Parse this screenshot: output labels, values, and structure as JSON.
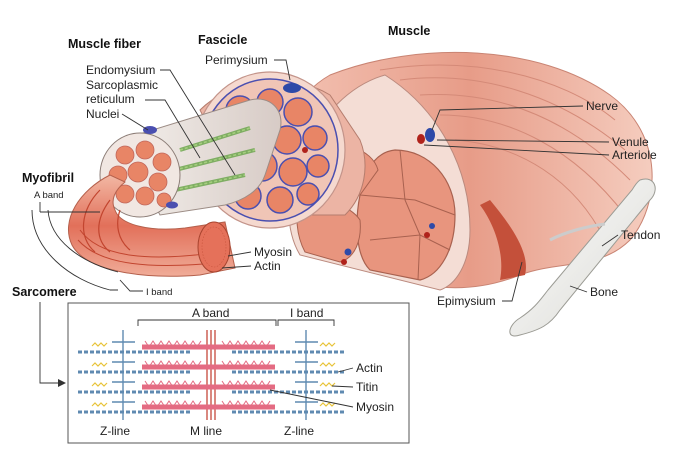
{
  "headings": {
    "muscle_fiber": "Muscle fiber",
    "fascicle": "Fascicle",
    "muscle": "Muscle",
    "myofibril": "Myofibril",
    "sarcomere": "Sarcomere"
  },
  "labels": {
    "perimysium": "Perimysium",
    "endomysium": "Endomysium",
    "sarcoplasmic_1": "Sarcoplasmic",
    "sarcoplasmic_2": "reticulum",
    "nuclei": "Nuclei",
    "nerve": "Nerve",
    "venule": "Venule",
    "arteriole": "Arteriole",
    "tendon": "Tendon",
    "bone": "Bone",
    "epimysium": "Epimysium",
    "myosin": "Myosin",
    "actin": "Actin",
    "a_band_small": "A band",
    "i_band_small": "I band"
  },
  "sarcomere_panel": {
    "a_band": "A band",
    "i_band": "I band",
    "actin": "Actin",
    "titin": "Titin",
    "myosin": "Myosin",
    "z_line_left": "Z-line",
    "m_line": "M line",
    "z_line_right": "Z-line"
  },
  "colors": {
    "muscle_pink": "#e8a08e",
    "muscle_light": "#f6cfc2",
    "fascicle_fill": "#e88566",
    "membrane_blue": "#4a4fb0",
    "vein_blue": "#2e4aa8",
    "artery_red": "#b0221b",
    "bone": "#f2f2ef",
    "myosin_pink": "#e46b82",
    "actin_blue": "#5f8ab1",
    "titin_yellow": "#e8c43a"
  }
}
